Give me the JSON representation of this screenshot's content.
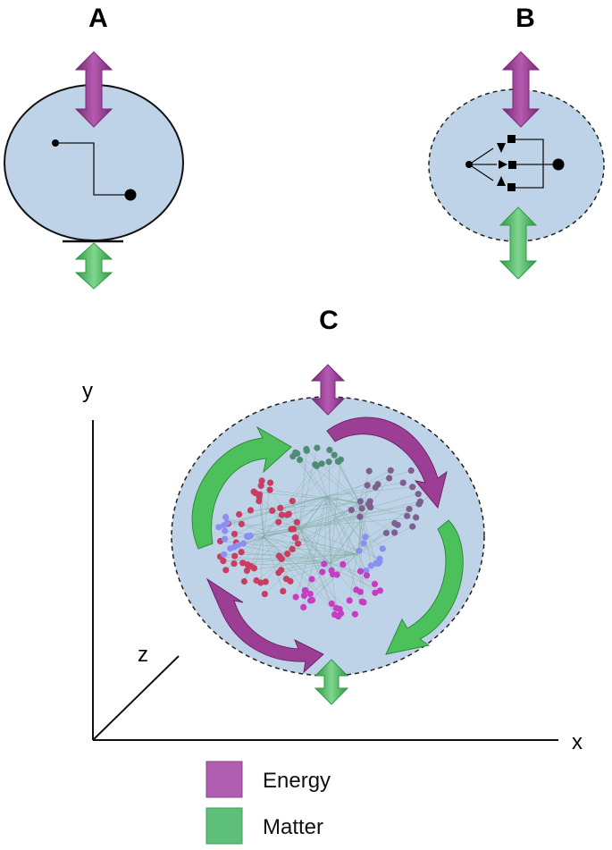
{
  "panels": {
    "a": {
      "label": "A"
    },
    "b": {
      "label": "B"
    },
    "c": {
      "label": "C"
    }
  },
  "axes": {
    "x": "x",
    "y": "y",
    "z": "z"
  },
  "legend": [
    {
      "label": "Energy",
      "color": "#b05fb0"
    },
    {
      "label": "Matter",
      "color": "#5dbf7a"
    }
  ],
  "colors": {
    "cell_fill": "#bfd3e8",
    "energy_arrow": "#9c3f94",
    "matter_arrow": "#4fb862",
    "cluster_teal": "#4f8c76",
    "cluster_purple": "#7e5f91",
    "cluster_red": "#c83e62",
    "cluster_blue": "#8a8ff0",
    "cluster_magenta": "#c63cc3"
  }
}
